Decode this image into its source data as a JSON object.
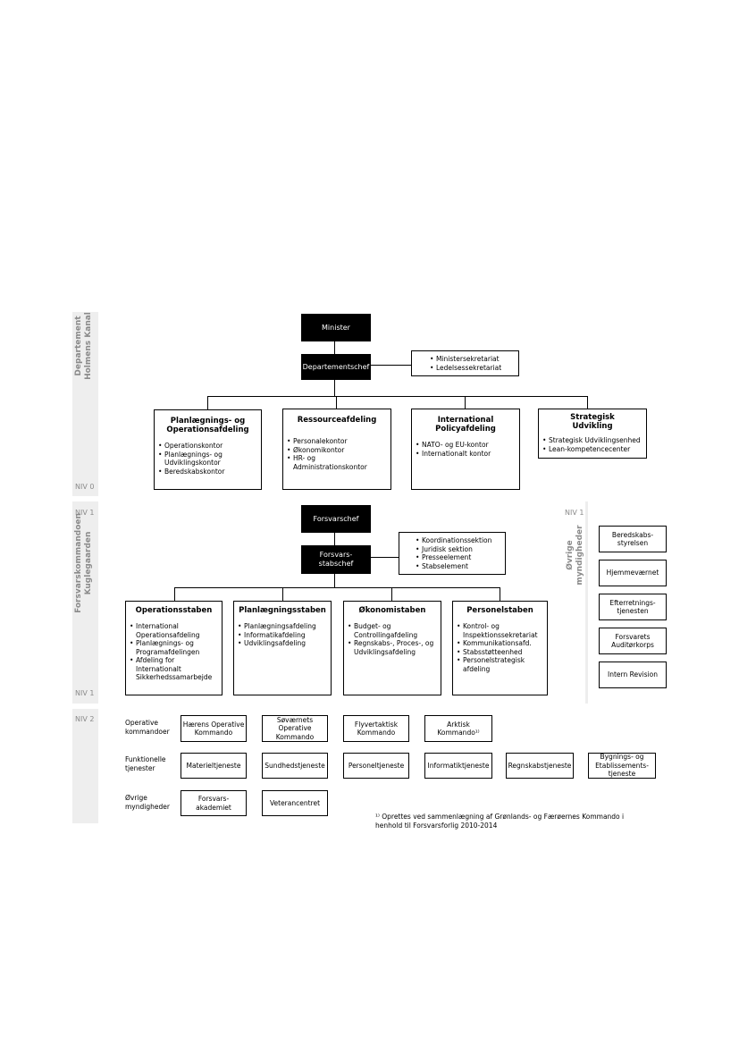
{
  "labels": {
    "dept_band": "Departement\nHolmens Kanal",
    "fko_band": "Forsvarskommandoen\nKuglegaarden",
    "other_band": "Øvrige\nmyndigheder",
    "niv0": "NIV 0",
    "niv1": "NIV 1",
    "niv2": "NIV 2"
  },
  "ministry": {
    "minister": "Minister",
    "chief": "Departementschef",
    "secretariat": [
      "Ministersekretariat",
      "Ledelsessekretariat"
    ],
    "departments": [
      {
        "title": "Planlægnings- og\nOperationsafdeling",
        "items": [
          "Operationskontor",
          "Planlægnings- og\nUdviklingskontor",
          "Beredskabskontor"
        ]
      },
      {
        "title": "Ressourceafdeling",
        "items": [
          "Personalekontor",
          "Økonomikontor",
          "HR- og\nAdministrationskontor"
        ]
      },
      {
        "title": "International\nPolicyafdeling",
        "items": [
          "NATO- og EU-kontor",
          "Internationalt kontor"
        ]
      },
      {
        "title": "Strategisk\nUdvikling",
        "items": [
          "Strategisk Udviklingsenhed",
          "Lean-kompetencecenter"
        ]
      }
    ]
  },
  "command": {
    "chief": "Forsvarschef",
    "staff_chief": "Forsvars-\nstabschef",
    "staff_items": [
      "Koordinationssektion",
      "Juridisk sektion",
      "Presseelement",
      "Stabselement"
    ],
    "staffs": [
      {
        "title": "Operationsstaben",
        "items": [
          "International\nOperationsafdeling",
          "Planlægnings- og\nProgramafdelingen",
          "Afdeling for\nInternationalt\nSikkerhedssamarbejde"
        ]
      },
      {
        "title": "Planlægningsstaben",
        "items": [
          "Planlægningsafdeling",
          "Informatikafdeling",
          "Udviklingsafdeling"
        ]
      },
      {
        "title": "Økonomistaben",
        "items": [
          "Budget- og\nControllingafdeling",
          "Regnskabs-, Proces-, og\nUdviklingsafdeling"
        ]
      },
      {
        "title": "Personelstaben",
        "items": [
          "Kontrol- og\nInspektionssekretariat",
          "Kommunikationsafd.",
          "Stabsstøtteenhed",
          "Personelstrategisk\nafdeling"
        ]
      }
    ]
  },
  "other_authorities": [
    "Beredskabs-\nstyrelsen",
    "Hjemmeværnet",
    "Efterretnings-\ntjenesten",
    "Forsvarets\nAuditørkorps",
    "Intern Revision"
  ],
  "level2": {
    "rows": [
      {
        "label": "Operative\nkommandoer",
        "units": [
          "Hærens Operative\nKommando",
          "Søværnets\nOperative\nKommando",
          "Flyvertaktisk\nKommando",
          "Arktisk\nKommando¹⁾"
        ]
      },
      {
        "label": "Funktionelle\ntjenester",
        "units": [
          "Materieltjeneste",
          "Sundhedstjeneste",
          "Personeltjeneste",
          "Informatiktjeneste",
          "Regnskabstjeneste",
          "Bygnings- og\nEtablissements-\ntjeneste"
        ]
      },
      {
        "label": "Øvrige\nmyndigheder",
        "units": [
          "Forsvars-\nakademiet",
          "Veterancentret"
        ]
      }
    ],
    "footnote": "¹⁾ Oprettes ved sammenlægning af Grønlands- og Færøernes Kommando i\nhenhold til Forsvarsforlig 2010-2014"
  }
}
